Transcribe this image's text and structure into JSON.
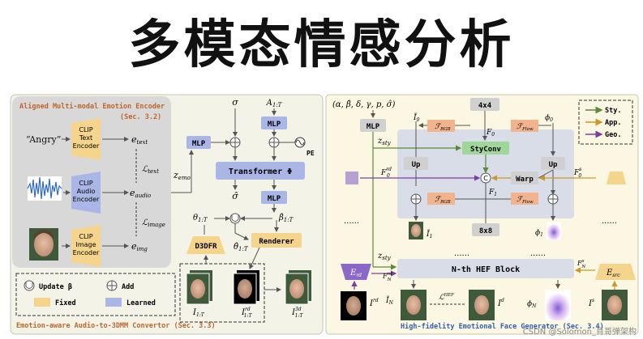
{
  "title": "多模态情感分析",
  "left": {
    "header": "Aligned Multi-modal Emotion Encoder",
    "header_sec": "(Sec. 3.2)",
    "footer": "Emotion-aware Audio-to-3DMM Convertor (Sec. 3.3)",
    "text_input": "“Angry”",
    "encoders": {
      "text": [
        "CLIP",
        "Text",
        "Encoder"
      ],
      "audio": [
        "CLIP",
        "Audio",
        "Encoder"
      ],
      "image": [
        "CLIP",
        "Image",
        "Encoder"
      ]
    },
    "embeddings": {
      "text": "e",
      "text_sub": "text",
      "audio": "e",
      "audio_sub": "audio",
      "img": "e",
      "img_sub": "img"
    },
    "losses": {
      "text": "ℒ",
      "text_sub": "text",
      "image": "ℒ",
      "image_sub": "image"
    },
    "z_emo": "z",
    "z_emo_sub": "emo",
    "sigma": "σ",
    "A": "A",
    "A_sub": "1:T",
    "mlp": "MLP",
    "pe": "PE",
    "transformer": "Transformer Φ",
    "sigma_hat": "σ̂",
    "beta_hat": "β̂",
    "beta_hat_sub": "1:T",
    "theta": "θ",
    "theta_sub": "1:T",
    "theta_hat": "θ̂",
    "theta_hat_sub": "1:T",
    "d3dfr": "D3DFR",
    "renderer": "Renderer",
    "images": {
      "i1": "I",
      "i1_sub": "1:T",
      "i2": "I",
      "i2_sup": "rd",
      "i2_sub": "1:T",
      "i3": "I",
      "i3_sup": "3d",
      "i3_sub": "1:T"
    },
    "legend": {
      "update": "Update β",
      "add": "Add",
      "fixed": "Fixed",
      "learned": "Learned"
    }
  },
  "right": {
    "params": "(α, β̂, δ, γ, p, σ̂)",
    "mlp": "MLP",
    "box_4x4": "4x4",
    "box_8x8": "8x8",
    "styconv": "StyConv",
    "up": "Up",
    "warp": "Warp",
    "f_rgb": "ℱ",
    "f_rgb_sub": "RGB",
    "f_flow": "ℱ",
    "f_flow_sub": "Flow",
    "i0": "Ĩ",
    "i0_sub": "0",
    "f0": "F",
    "f0_sub": "0",
    "phi0": "ϕ",
    "phi0_sub": "0",
    "z_sty": "z",
    "z_sty_sub": "sty",
    "f0_rd": "F",
    "f0_rd_sub": "0",
    "f0_rd_sup": "rd",
    "f0_s": "F",
    "f0_s_sub": "0",
    "f0_s_sup": "s",
    "f1": "F",
    "f1_sub": "1",
    "i1": "Ĩ",
    "i1_sub": "1",
    "phi1": "ϕ",
    "phi1_sub": "1",
    "dots": "......",
    "hef": "N-th HEF Block",
    "e_rd": "E",
    "e_rd_sub": "rd",
    "e_src": "E",
    "e_src_sub": "src",
    "fn_rd": "F",
    "fn_rd_sub": "N",
    "fn_rd_sup": "rd",
    "fn_s": "F",
    "fn_s_sub": "N",
    "fn_s_sup": "s",
    "i_rd": "I",
    "i_rd_sup": "rd",
    "i_n": "Ĩ",
    "i_n_sub": "N",
    "l_hef": "ℒ",
    "l_hef_sup": "HEF",
    "i_d": "I",
    "i_d_sup": "d",
    "phi_n": "ϕ",
    "phi_n_sub": "N",
    "i_s": "I",
    "i_s_sup": "s",
    "legend": {
      "sty": "Sty.",
      "app": "App.",
      "geo": "Geo."
    },
    "footer": "High-fidelity Emotional Face Generator (Sec. 3.4)"
  },
  "watermark": "CSDN @Solomon_肖哥弹架构",
  "colors": {
    "fixed": "#f5d48c",
    "learned": "#a9b6e6",
    "styconv": "#9fd79a",
    "frgb": "#f2b48e",
    "left_bg": "#f3f4e7",
    "right_bg": "#fbf7e2",
    "sty": "#5a8a3a",
    "app": "#c9982b",
    "geo": "#7b3fa0"
  }
}
